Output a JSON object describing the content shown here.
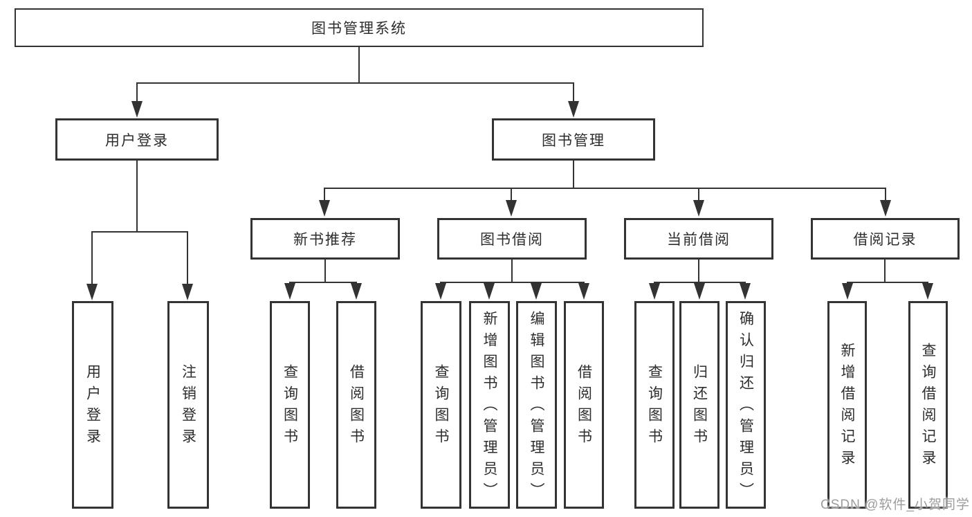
{
  "diagram": {
    "root": {
      "label": "图书管理系统"
    },
    "branches": {
      "user_login": {
        "label": "用户登录",
        "children": [
          "用户登录",
          "注销登录"
        ]
      },
      "book_management": {
        "label": "图书管理",
        "children": {
          "new_book_recommend": {
            "label": "新书推荐",
            "children": [
              "查询图书",
              "借阅图书"
            ]
          },
          "book_borrow": {
            "label": "图书借阅",
            "children": [
              "查询图书",
              "新增图书（管理员）",
              "编辑图书（管理员）",
              "借阅图书"
            ]
          },
          "current_borrow": {
            "label": "当前借阅",
            "children": [
              "查询图书",
              "归还图书",
              "确认归还（管理员）"
            ]
          },
          "borrow_records": {
            "label": "借阅记录",
            "children": [
              "新增借阅记录",
              "查询借阅记录"
            ]
          }
        }
      }
    },
    "watermark": "CSDN @软件_小贺同学",
    "colors": {
      "line": "#333333",
      "box_background": "#ffffff",
      "text": "#2d2d2d",
      "watermark": "#9d9d9d"
    }
  }
}
